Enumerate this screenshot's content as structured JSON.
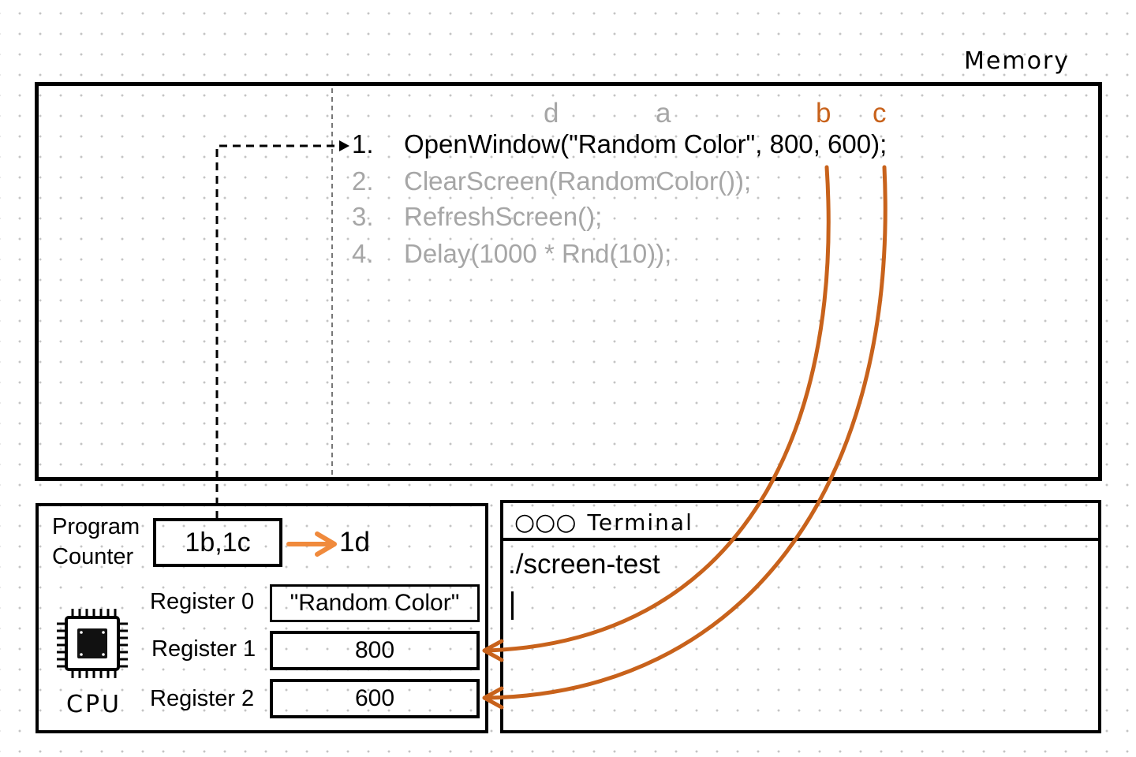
{
  "memory": {
    "label": "Memory",
    "column_labels": {
      "d": "d",
      "a": "a",
      "b": "b",
      "c": "c"
    },
    "lines": [
      {
        "number": "1.",
        "code_prefix": "OpenWindow(\"Random Color\", ",
        "arg_b": "800",
        "sep": ", ",
        "arg_c": "600",
        "code_suffix": ");",
        "active": true
      },
      {
        "number": "2.",
        "code": "ClearScreen(RandomColor());",
        "active": false
      },
      {
        "number": "3.",
        "code": "RefreshScreen();",
        "active": false
      },
      {
        "number": "4.",
        "code": "Delay(1000 * Rnd(10));",
        "active": false
      }
    ]
  },
  "cpu": {
    "label": "CPU",
    "program_counter": {
      "label_line1": "Program",
      "label_line2": "Counter",
      "value": "1b,1c",
      "next": "1d"
    },
    "registers": [
      {
        "label": "Register 0",
        "value": "\"Random Color\""
      },
      {
        "label": "Register 1",
        "value": "800"
      },
      {
        "label": "Register 2",
        "value": "600"
      }
    ]
  },
  "terminal": {
    "title": "Terminal",
    "window_controls_icon": "traffic-light-icon",
    "command": "./screen-test"
  },
  "colors": {
    "accent": "#c8621b",
    "arrow_orange": "#f08a3c",
    "muted": "#a6a6a6",
    "ink": "#000000"
  },
  "icons": {
    "cpu": "cpu-chip-icon"
  }
}
